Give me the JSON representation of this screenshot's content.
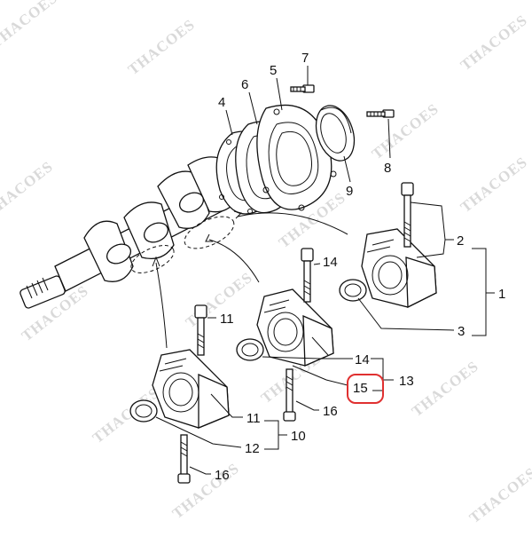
{
  "diagram": {
    "watermark_text": "THACOES",
    "callouts": {
      "c1": "1",
      "c2": "2",
      "c3": "3",
      "c4": "4",
      "c5": "5",
      "c6": "6",
      "c7": "7",
      "c8": "8",
      "c9": "9",
      "c10": "10",
      "c11a": "11",
      "c11b": "11",
      "c12": "12",
      "c13": "13",
      "c14a": "14",
      "c14b": "14",
      "c15": "15",
      "c16a": "16",
      "c16b": "16"
    },
    "highlight_color": "#e03030"
  }
}
